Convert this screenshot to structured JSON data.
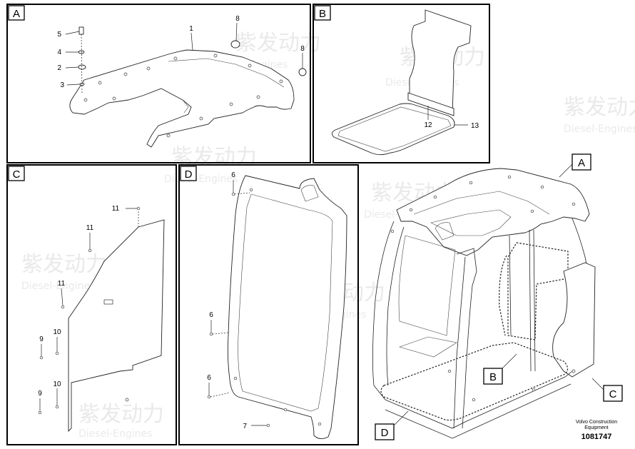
{
  "panels": [
    {
      "id": "A",
      "label": "A"
    },
    {
      "id": "B",
      "label": "B"
    },
    {
      "id": "C",
      "label": "C"
    },
    {
      "id": "D",
      "label": "D"
    }
  ],
  "callouts": {
    "a": [
      "1",
      "2",
      "3",
      "4",
      "5",
      "8",
      "8"
    ],
    "b": [
      "12",
      "13"
    ],
    "c": [
      "11",
      "11",
      "11",
      "9",
      "10",
      "9",
      "10"
    ],
    "d": [
      "6",
      "6",
      "6",
      "7"
    ],
    "main": [
      "A",
      "B",
      "C",
      "D"
    ]
  },
  "brand": {
    "line1": "Volvo Construction",
    "line2": "Equipment"
  },
  "part_number": "1081747",
  "watermark": {
    "cn": "紫发动力",
    "en": "Diesel-Engines"
  }
}
